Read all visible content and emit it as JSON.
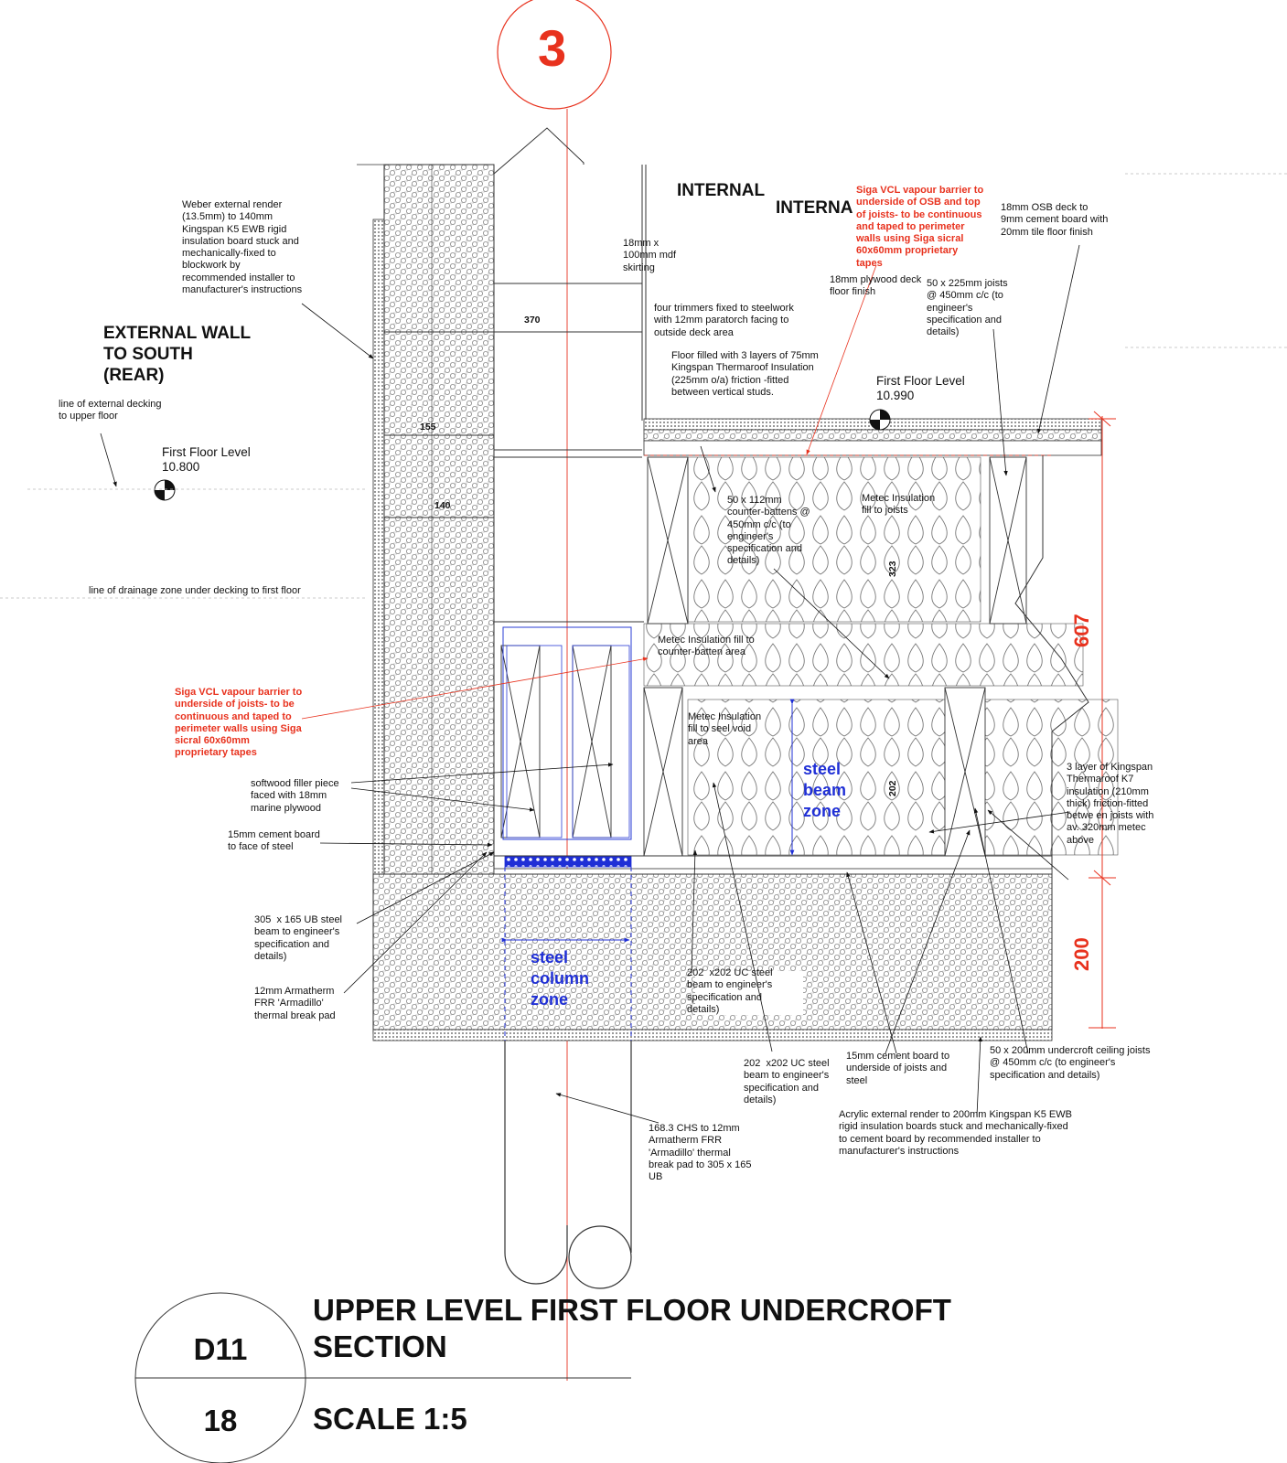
{
  "grid_marker": "3",
  "headings": {
    "external_wall": "EXTERNAL WALL\nTO SOUTH\n(REAR)",
    "internal_1": "INTERNAL",
    "internal_2": "INTERNA"
  },
  "levels": {
    "left": "First Floor Level\n10.800",
    "right": "First Floor Level\n10.990"
  },
  "dimensions": {
    "d370": "370",
    "d155": "155",
    "d140": "140",
    "d323": "323",
    "d202": "202",
    "d607": "607",
    "d200": "200"
  },
  "notes": {
    "weber": "Weber external render\n(13.5mm) to 140mm\nKingspan K5 EWB rigid\ninsulation board stuck and\nmechanically-fixed to\nblockwork by\nrecommended installer to\nmanufacturer's instructions",
    "decking": "line of external decking\nto upper floor",
    "drainage": "line of drainage zone under decking to first floor",
    "siga_left": "Siga VCL vapour barrier to\nunderside of joists- to be\ncontinuous and taped to\nperimeter walls using Siga\nsicral 60x60mm\nproprietary tapes",
    "softwood": "softwood filler piece\nfaced with 18mm\nmarine plywood",
    "cement_steel": "15mm cement board\nto face of steel",
    "ub_beam": "305  x 165 UB steel\nbeam to engineer's\nspecification and\ndetails)",
    "armatherm": "12mm Armatherm\nFRR 'Armadillo'\nthermal break pad",
    "skirting": "18mm x\n100mm mdf\nskirting",
    "trimmers": "four trimmers fixed to steelwork\nwith 12mm paratorch facing to\noutside deck area",
    "floor_filled": "Floor filled with 3 layers of 75mm\nKingspan Thermaroof Insulation\n(225mm o/a) friction -fitted\nbetween vertical studs.",
    "siga_top": "Siga VCL vapour barrier to\nunderside of OSB and top\nof joists- to be continuous\nand taped to perimeter\nwalls using Siga sicral\n60x60mm proprietary\ntapes",
    "plywood": "18mm plywood deck\nfloor finish",
    "osb": "18mm OSB deck to\n9mm cement board with\n20mm tile floor finish",
    "joists_225": "50 x 225mm joists\n@ 450mm c/c (to\nengineer's\nspecification and\ndetails)",
    "counter_battens": "50 x 112mm\ncounter-battens @\n450mm c/c (to\nengineer's\nspecification and\ndetails)",
    "metec_joists": "Metec Insulation\nfill to joists",
    "metec_batten": "Metec Insulation fill to\ncounter-batten area",
    "metec_void": "Metec Insulation\nfill to seel void\narea",
    "kingspan_k7": "3 layer of Kingspan\nThermaroof K7\ninsulation (210mm\nthick) friction-fitted\nbetwe en joists with\nav. 320mm metec\nabove",
    "uc_beam_1": "202  x202 UC steel\nbeam to engineer's\nspecification and\ndetails)",
    "uc_beam_2": "202  x202 UC steel\nbeam to engineer's\nspecification and\ndetails)",
    "cement_joists": "15mm cement board to\nunderside of joists and\nsteel",
    "undercroft_joists": "50 x 200mm undercroft ceiling joists\n@ 450mm c/c (to engineer's\nspecification and details)",
    "acrylic": "Acrylic external render to 200mm Kingspan K5 EWB\nrigid insulation boards stuck and mechanically-fixed\nto cement board by recommended installer to\nmanufacturer's instructions",
    "chs": "168.3 CHS to 12mm\nArmatherm FRR\n'Armadillo' thermal\nbreak pad to 305 x 165\nUB"
  },
  "zones": {
    "steel_beam": "steel\nbeam\nzone",
    "steel_column": "steel\ncolumn\nzone"
  },
  "title_block": {
    "title": "UPPER LEVEL FIRST FLOOR UNDERCROFT\nSECTION",
    "scale": "SCALE 1:5",
    "detail_ref": "D11",
    "sheet_ref": "18"
  },
  "colors": {
    "annotation_red": "#e8321e",
    "zone_blue": "#1f2fd6",
    "line_black": "#111111"
  }
}
